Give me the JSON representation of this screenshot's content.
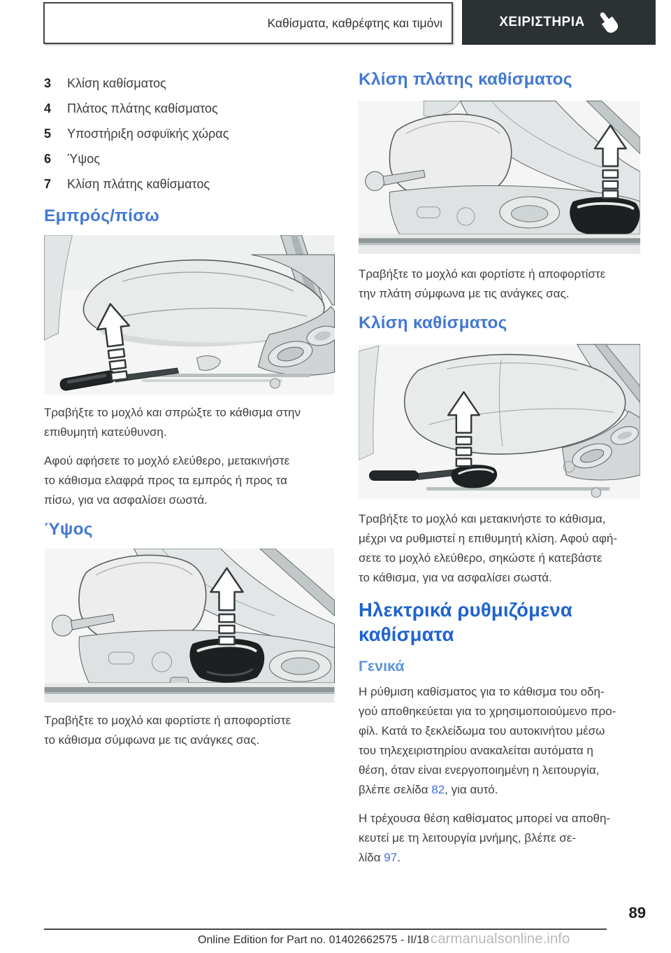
{
  "header": {
    "chapter": "Καθίσματα, καθρέφτης και τιμόνι",
    "tab_label": "ΧΕΙΡΙΣΤΗΡΙΑ",
    "tab_icon": "pointing-hand-icon"
  },
  "colors": {
    "tab_bg": "#2c3133",
    "heading_large": "#1e63cf",
    "heading_medium": "#4379d1",
    "heading_small": "#5c95da",
    "link": "#3f6fd8",
    "body_text": "#3f3f3f",
    "watermark": "#b7b9bb"
  },
  "legend": [
    {
      "num": "3",
      "label": "Κλίση καθίσματος"
    },
    {
      "num": "4",
      "label": "Πλάτος πλάτης καθίσματος"
    },
    {
      "num": "5",
      "label": "Υποστήριξη οσφυϊκής χώρας"
    },
    {
      "num": "6",
      "label": "Ύψος"
    },
    {
      "num": "7",
      "label": "Κλίση πλάτης καθίσματος"
    }
  ],
  "sections": {
    "forward_back": {
      "heading": "Εμπρός/πίσω",
      "figure": "seat-forward-back-illustration",
      "p1": "Τραβήξτε το μοχλό και σπρώξτε το κάθισμα στην\nεπιθυμητή κατεύθυνση.",
      "p2": "Αφού αφήσετε το μοχλό ελεύθερο, μετακινήστε\nτο κάθισμα ελαφρά προς τα εμπρός ή προς τα\nπίσω, για να ασφαλίσει σωστά."
    },
    "height": {
      "heading": "Ύψος",
      "figure": "seat-height-illustration",
      "p1": "Τραβήξτε το μοχλό και φορτίστε ή αποφορτίστε\nτο κάθισμα σύμφωνα με τις ανάγκες σας."
    },
    "backrest_tilt": {
      "heading": "Κλίση πλάτης καθίσματος",
      "figure": "backrest-tilt-illustration",
      "p1": "Τραβήξτε το μοχλό και φορτίστε ή αποφορτίστε\nτην πλάτη σύμφωνα με τις ανάγκες σας."
    },
    "seat_tilt": {
      "heading": "Κλίση καθίσματος",
      "figure": "seat-tilt-illustration",
      "p1": "Τραβήξτε το μοχλό και μετακινήστε το κάθισμα,\nμέχρι να ρυθμιστεί η επιθυμητή κλίση. Αφού αφή-\nσετε το μοχλό ελεύθερο, σηκώστε ή κατεβάστε\nτο κάθισμα, για να ασφαλίσει σωστά."
    },
    "electric_seats": {
      "heading": "Ηλεκτρικά ρυθμιζόμενα\nκαθίσματα",
      "general": {
        "heading": "Γενικά",
        "p1_before": "Η ρύθμιση καθίσματος για το κάθισμα του οδη-\nγού αποθηκεύεται για το χρησιμοποιούμενο προ-\nφίλ. Κατά το ξεκλείδωμα του αυτοκινήτου μέσω\nτου τηλεχειριστηρίου ανακαλείται αυτόματα η\nθέση, όταν είναι ενεργοποιημένη η λειτουργία,\nβλέπε σελίδα ",
        "p1_link": "82",
        "p1_after": ", για αυτό.",
        "p2_before": "Η τρέχουσα θέση καθίσματος μπορεί να αποθη-\nκευτεί με τη λειτουργία μνήμης, βλέπε σε-\nλίδα ",
        "p2_link": "97",
        "p2_after": "."
      }
    }
  },
  "footer": {
    "page_number": "89",
    "edition": "Online Edition for Part no. 01402662575 - II/18",
    "watermark": "carmanualsonline.info"
  }
}
